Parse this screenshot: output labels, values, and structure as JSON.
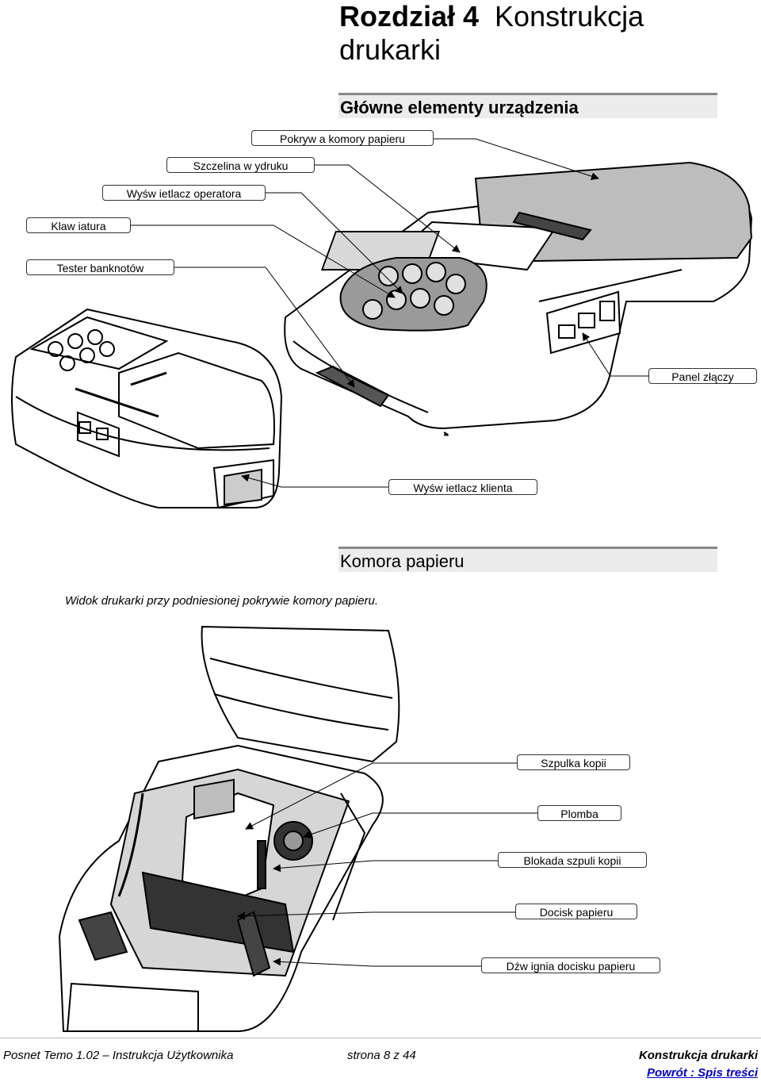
{
  "chapter": {
    "number": "Rozdział 4",
    "title_line1": "Konstrukcja",
    "title_line2": "drukarki"
  },
  "section1": {
    "title": "Główne elementy urządzenia"
  },
  "section2": {
    "title": "Komora papieru"
  },
  "labels_top": [
    "Pokryw a komory papieru",
    "Szczelina w ydruku",
    "Wyśw ietlacz operatora",
    "Klaw iatura",
    "Tester banknotów",
    "Panel  złączy",
    "Wyśw ietlacz klienta"
  ],
  "caption": "Widok drukarki przy podniesionej pokrywie komory papieru.",
  "labels_bottom": [
    "Szpulka kopii",
    "Plomba",
    "Blokada szpuli kopii",
    "Docisk papieru",
    "Dźw ignia docisku papieru"
  ],
  "footer": {
    "left_plain": "Posnet Temo 1.02 – Instrukcja Użytkownika",
    "center": "strona 8 z 44",
    "right": "Konstrukcja drukarki",
    "link": "Powrót : Spis treści"
  }
}
